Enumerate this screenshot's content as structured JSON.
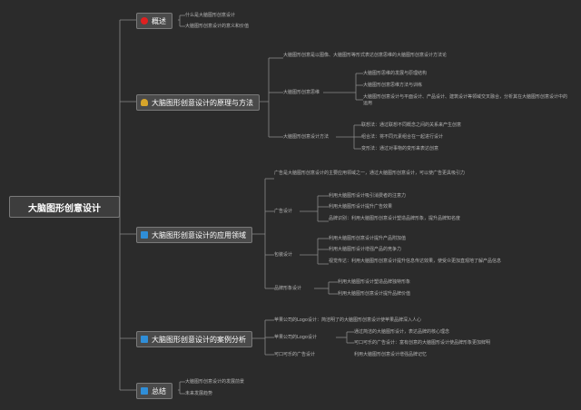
{
  "root": "大脑图形创意设计",
  "branches": [
    {
      "title": "概述",
      "icon": "red-circle-icon",
      "items": [
        "什么是大脑图形创意设计",
        "大脑图形创意设计的意义和价值"
      ]
    },
    {
      "title": "大脑图形创意设计的原理与方法",
      "icon": "lightbulb-icon",
      "intro": "大脑图形创意是以图像、大脑图形等形式表达创意思维的大脑图形创意设计方法论",
      "sub": [
        {
          "label": "大脑图形创意思维",
          "items": [
            "大脑图形思维的发展与原理结构",
            "大脑图形创意思维方法与训练",
            "大脑图形创意设计与平面设计、产品设计、建筑设计等领域交叉融合，分析其在大脑图形创意设计中的运用"
          ]
        },
        {
          "label": "大脑图形创意设计方法",
          "items": [
            "联想法：通过联想不同概念之间的关系来产生创意",
            "组合法：将不同元素组合在一起进行设计",
            "变形法：通过对事物的变形来表达创意"
          ]
        }
      ]
    },
    {
      "title": "大脑图形创意设计的应用领域",
      "icon": "blue-square-icon",
      "intro": "广告是大脑图形创意设计的主要应用领域之一，通过大脑图形创意设计，可以使广告更具吸引力",
      "sub": [
        {
          "label": "广告设计",
          "items": [
            "利用大脑图形设计吸引消费者的注意力",
            "利用大脑图形设计提升广告效果",
            "品牌识别：利用大脑图形创意设计塑造品牌形象，提升品牌知名度"
          ]
        },
        {
          "label": "包装设计",
          "items": [
            "利用大脑图形创意设计提升产品附加值",
            "利用大脑图形设计增强产品的竞争力",
            "视觉传达：利用大脑图形创意设计提升信息传达效果，使受众更加直观地了解产品信息"
          ]
        },
        {
          "label": "品牌形象设计",
          "items": [
            "利用大脑图形设计塑造品牌独特形象",
            "利用大脑图形创意设计提升品牌价值"
          ]
        }
      ]
    },
    {
      "title": "大脑图形创意设计的案例分析",
      "icon": "blue-square-icon",
      "intro": "苹果公司的Logo设计：简洁明了的大脑图形创意设计使苹果品牌深入人心",
      "sub": [
        {
          "label": "苹果公司的Logo设计",
          "items": [
            "通过简洁的大脑图形设计，表达品牌的核心理念",
            "可口可乐的广告设计：富有创意的大脑图形设计使品牌形象更加鲜明"
          ]
        },
        {
          "label": "可口可乐的广告设计",
          "items": [
            "利用大脑图形创意设计增强品牌记忆"
          ]
        }
      ]
    },
    {
      "title": "总结",
      "icon": "blue-square-icon",
      "items": [
        "大脑图形创意设计的发展前景",
        "未来发展趋势"
      ]
    }
  ]
}
